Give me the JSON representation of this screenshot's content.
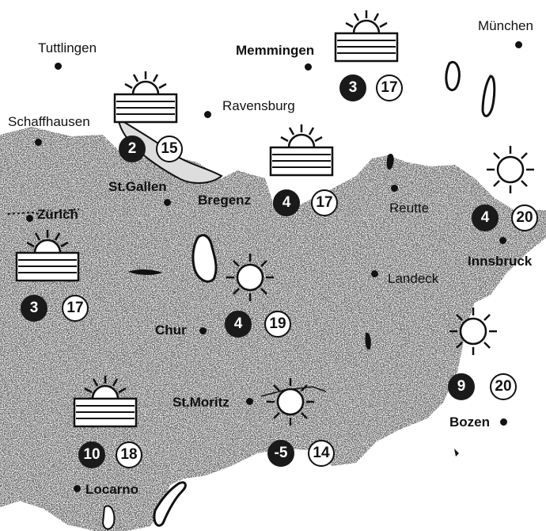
{
  "cities": {
    "muenchen": "München",
    "tuttlingen": "Tuttlingen",
    "memmingen": "Memmingen",
    "ravensburg": "Ravensburg",
    "schaffhausen": "Schaffhausen",
    "stgallen": "St.Gallen",
    "bregenz": "Bregenz",
    "reutte": "Reutte",
    "zuerich": "Zürich",
    "innsbruck": "Innsbruck",
    "landeck": "Landeck",
    "chur": "Chur",
    "stmoritz": "St.Moritz",
    "bozen": "Bozen",
    "locarno": "Locarno"
  },
  "forecasts": {
    "memmingen": {
      "condition": "sun-fog-icon",
      "min": "3",
      "max": "17"
    },
    "stgallen": {
      "condition": "sun-fog-icon",
      "min": "2",
      "max": "15"
    },
    "bregenz": {
      "condition": "sun-fog-icon",
      "min": "4",
      "max": "17"
    },
    "innsbruck": {
      "condition": "sun-icon",
      "min": "4",
      "max": "20"
    },
    "zuerich": {
      "condition": "sun-fog-icon",
      "min": "3",
      "max": "17"
    },
    "chur": {
      "condition": "sun-icon",
      "min": "4",
      "max": "19"
    },
    "bozen": {
      "condition": "sun-icon",
      "min": "9",
      "max": "20"
    },
    "locarno": {
      "condition": "sun-fog-icon",
      "min": "10",
      "max": "18"
    },
    "stmoritz": {
      "condition": "sun-icon",
      "min": "-5",
      "max": "14"
    }
  },
  "colors": {
    "land": "#f1f1f1",
    "speckle": "#555555",
    "ink": "#111111"
  }
}
